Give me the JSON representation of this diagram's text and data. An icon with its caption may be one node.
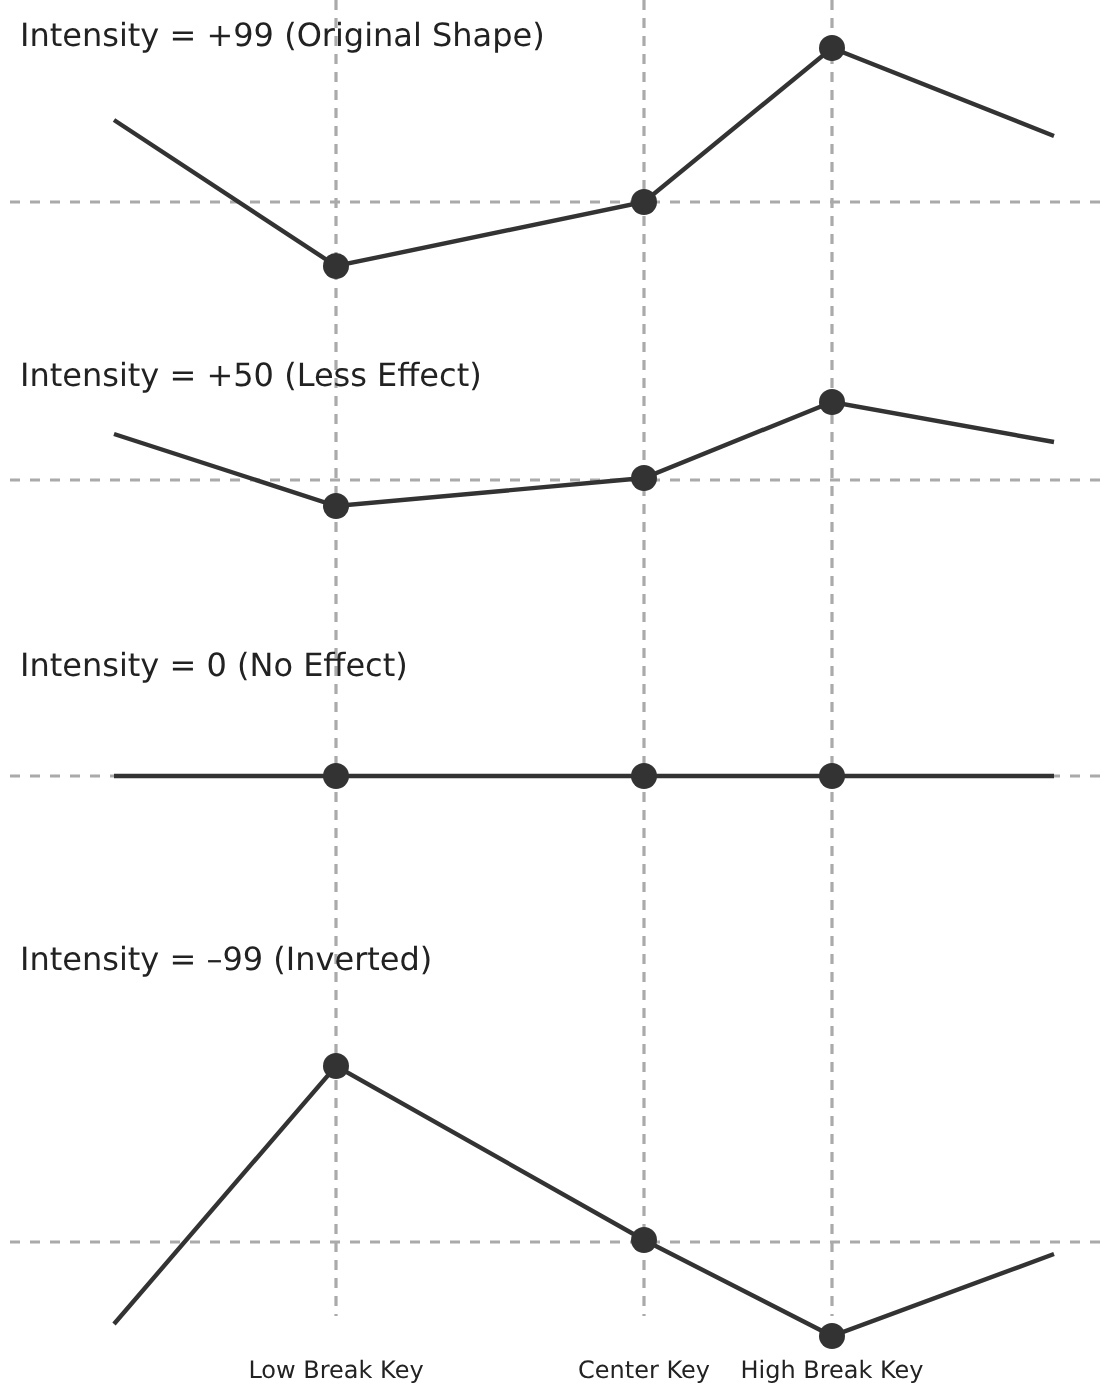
{
  "diagram": {
    "labels": [
      "Intensity = +99 (Original Shape)",
      "Intensity = +50 (Less Effect)",
      "Intensity = 0 (No Effect)",
      "Intensity = –99 (Inverted)",
      "Low Break Key",
      "Center Key",
      "High Break Key"
    ]
  }
}
